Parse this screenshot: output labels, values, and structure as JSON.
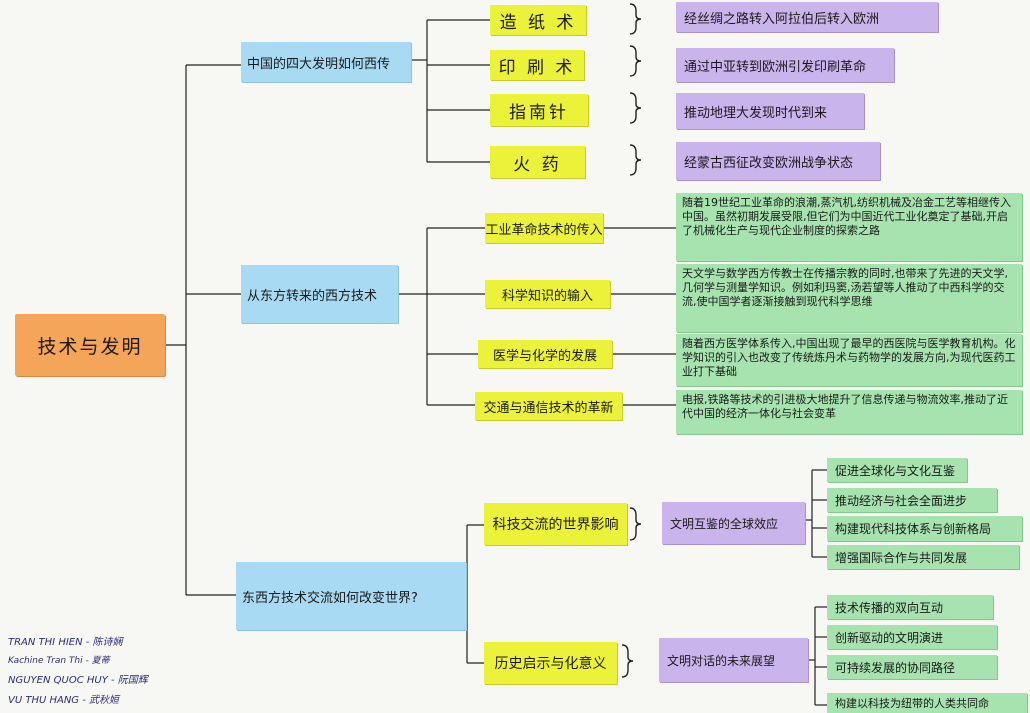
{
  "root": "技术与发明",
  "branches": [
    {
      "label": "中国的四大发明如何西传"
    },
    {
      "label": "从东方转来的西方技术"
    },
    {
      "label": "东西方技术交流如何改变世界?"
    }
  ],
  "inventions": [
    {
      "name": "造 纸 术",
      "desc": "经丝绸之路转入阿拉伯后转入欧洲"
    },
    {
      "name": "印 刷 术",
      "desc": "通过中亚转到欧洲引发印刷革命"
    },
    {
      "name": "指南针",
      "desc": "推动地理大发现时代到来"
    },
    {
      "name": "火 药",
      "desc": "经蒙古西征改变欧洲战争状态"
    }
  ],
  "western": [
    {
      "name": "工业革命技术的传入",
      "desc": "随着19世纪工业革命的浪潮,蒸汽机,纺织机械及冶金工艺等相继传入中国。虽然初期发展受限,但它们为中国近代工业化奠定了基础,开启了机械化生产与现代企业制度的探索之路"
    },
    {
      "name": "科学知识的输入",
      "desc": "天文学与数学西方传教士在传播宗教的同时,也带来了先进的天文学,几何学与测量学知识。例如利玛窦,汤若望等人推动了中西科学的交流,使中国学者逐渐接触到现代科学思维"
    },
    {
      "name": "医学与化学的发展",
      "desc": "随着西方医学体系传入,中国出现了最早的西医院与医学教育机构。化学知识的引入也改变了传统炼丹术与药物学的发展方向,为现代医药工业打下基础"
    },
    {
      "name": "交通与通信技术的革新",
      "desc": "电报,铁路等技术的引进极大地提升了信息传递与物流效率,推动了近代中国的经济一体化与社会变革"
    }
  ],
  "impact": [
    {
      "name": "科技交流的世界影响",
      "mid": "文明互鉴的全球效应",
      "items": [
        "促进全球化与文化互鉴",
        "推动经济与社会全面进步",
        "构建现代科技体系与创新格局",
        "增强国际合作与共同发展"
      ]
    },
    {
      "name": "历史启示与化意义",
      "mid": "文明对话的未来展望",
      "items": [
        "技术传播的双向互动",
        "创新驱动的文明演进",
        "可持续发展的协同路径",
        "构建以科技为纽带的人类共同命"
      ]
    }
  ],
  "signatures": [
    "TRAN THI HIEN - 陈诗娴",
    "Kachine Tran Thi - 夏蒂",
    "NGUYEN QUOC HUY - 阮国辉",
    "VU THU HANG - 武秋姮"
  ],
  "colors": {
    "root": "#f5a55a",
    "branch": "#a8dbf3",
    "node": "#ecf23a",
    "note": "#c9b4ec",
    "detail": "#a6e3ae"
  }
}
